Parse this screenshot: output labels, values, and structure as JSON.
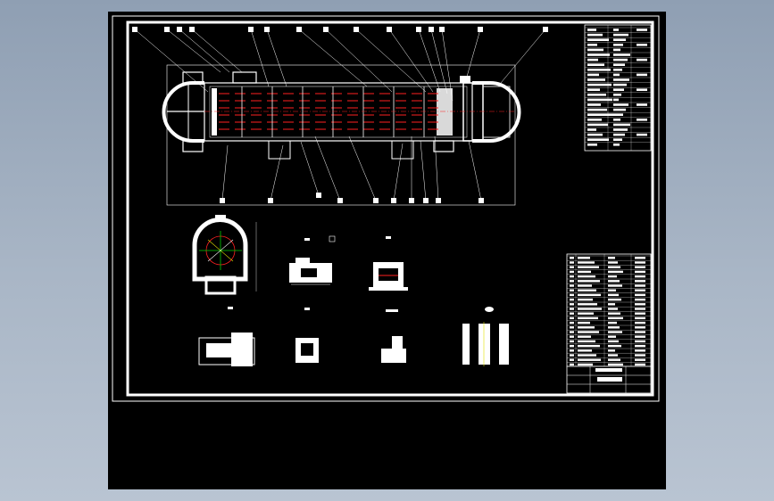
{
  "colors": {
    "background": "#000000",
    "line": "#ffffff",
    "accent_red": "#ff2020",
    "accent_green": "#00d000",
    "accent_yellow": "#e0e000",
    "app_backdrop": "#a3b0c2"
  },
  "drawing": {
    "view_count": 9,
    "balloon_count": 26,
    "title_block_rows": 12,
    "bom_rows": 24
  }
}
